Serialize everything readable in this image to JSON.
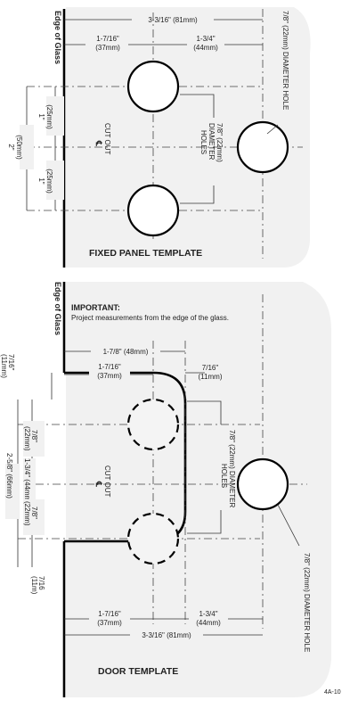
{
  "fixed_panel": {
    "edge_label": "Edge of Glass",
    "dim_total": "3-3/16\" (81mm)",
    "dim_a": "1-7/16\"",
    "dim_a_mm": "(37mm)",
    "dim_b": "1-3/4\"",
    "dim_b_mm": "(44mm)",
    "dim_top_1": "1\"",
    "dim_top_1_mm": "(25mm)",
    "dim_bot_1": "1\"",
    "dim_bot_1_mm": "(25mm)",
    "dim_total_v": "2\"",
    "dim_total_v_mm": "(50mm)",
    "cut_out": "CUT OUT",
    "center_mark": "℄",
    "holes_label_1": "7/8\" (22mm)",
    "holes_label_2": "DIAMETER",
    "holes_label_3": "HOLES",
    "diameter_hole": "7/8\" (22mm) DIAMETER HOLE",
    "title": "FIXED PANEL TEMPLATE"
  },
  "door": {
    "edge_label": "Edge of Glass",
    "important_title": "IMPORTANT:",
    "important_text": "Project measurements from the edge of the glass.",
    "dim_top_total": "1-7/8\" (48mm)",
    "dim_a": "1-7/16\"",
    "dim_a_mm": "(37mm)",
    "dim_c": "7/16\"",
    "dim_c_mm": "(11mm)",
    "left_top": "7/16\"",
    "left_top_mm": "(11mm)",
    "left_main": "2-5/8\" (66mm)",
    "left_mid1": "7/8\"",
    "left_mid1_mm": "(22mm)",
    "left_mid2": "1-3/4\" (44mm)",
    "left_mid3": "7/8\"",
    "left_mid3_mm": "(22mm)",
    "left_bot": "7/16",
    "left_bot_mm": "(11m)",
    "cut_out": "CUT OUT",
    "center_mark": "℄",
    "holes_label": "7/8\" (22mm) DIAMETER",
    "holes_label_2": "HOLES",
    "bottom_a": "1-7/16\"",
    "bottom_a_mm": "(37mm)",
    "bottom_b": "1-3/4\"",
    "bottom_b_mm": "(44mm)",
    "bottom_total": "3-3/16\" (81mm)",
    "diameter_hole": "7/8\" (22mm) DIAMETER HOLE",
    "title": "DOOR TEMPLATE",
    "code": "4A-10"
  }
}
